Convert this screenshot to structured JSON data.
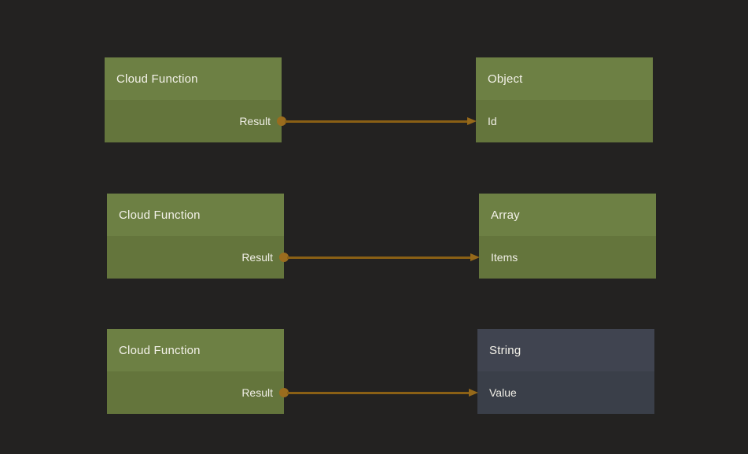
{
  "colors": {
    "background": "#232221",
    "green_node_header": "#6d8044",
    "green_node_body": "#64753c",
    "slate_node_header": "#404450",
    "slate_node_body": "#3a3f49",
    "wire": "#8a6015",
    "port_dot": "#9a6c1e",
    "node_text": "#f4f2ea"
  },
  "nodes": [
    {
      "title": "Cloud Function",
      "color_scheme": "green",
      "ports": [
        {
          "label": "Result",
          "direction": "output"
        }
      ]
    },
    {
      "title": "Object",
      "color_scheme": "green",
      "ports": [
        {
          "label": "Id",
          "direction": "input"
        }
      ]
    },
    {
      "title": "Cloud Function",
      "color_scheme": "green",
      "ports": [
        {
          "label": "Result",
          "direction": "output"
        }
      ]
    },
    {
      "title": "Array",
      "color_scheme": "green",
      "ports": [
        {
          "label": "Items",
          "direction": "input"
        }
      ]
    },
    {
      "title": "Cloud Function",
      "color_scheme": "green",
      "ports": [
        {
          "label": "Result",
          "direction": "output"
        }
      ]
    },
    {
      "title": "String",
      "color_scheme": "slate",
      "ports": [
        {
          "label": "Value",
          "direction": "input"
        }
      ]
    }
  ],
  "connections": [
    {
      "from_node": "Cloud Function",
      "from_port": "Result",
      "to_node": "Object",
      "to_port": "Id"
    },
    {
      "from_node": "Cloud Function",
      "from_port": "Result",
      "to_node": "Array",
      "to_port": "Items"
    },
    {
      "from_node": "Cloud Function",
      "from_port": "Result",
      "to_node": "String",
      "to_port": "Value"
    }
  ]
}
